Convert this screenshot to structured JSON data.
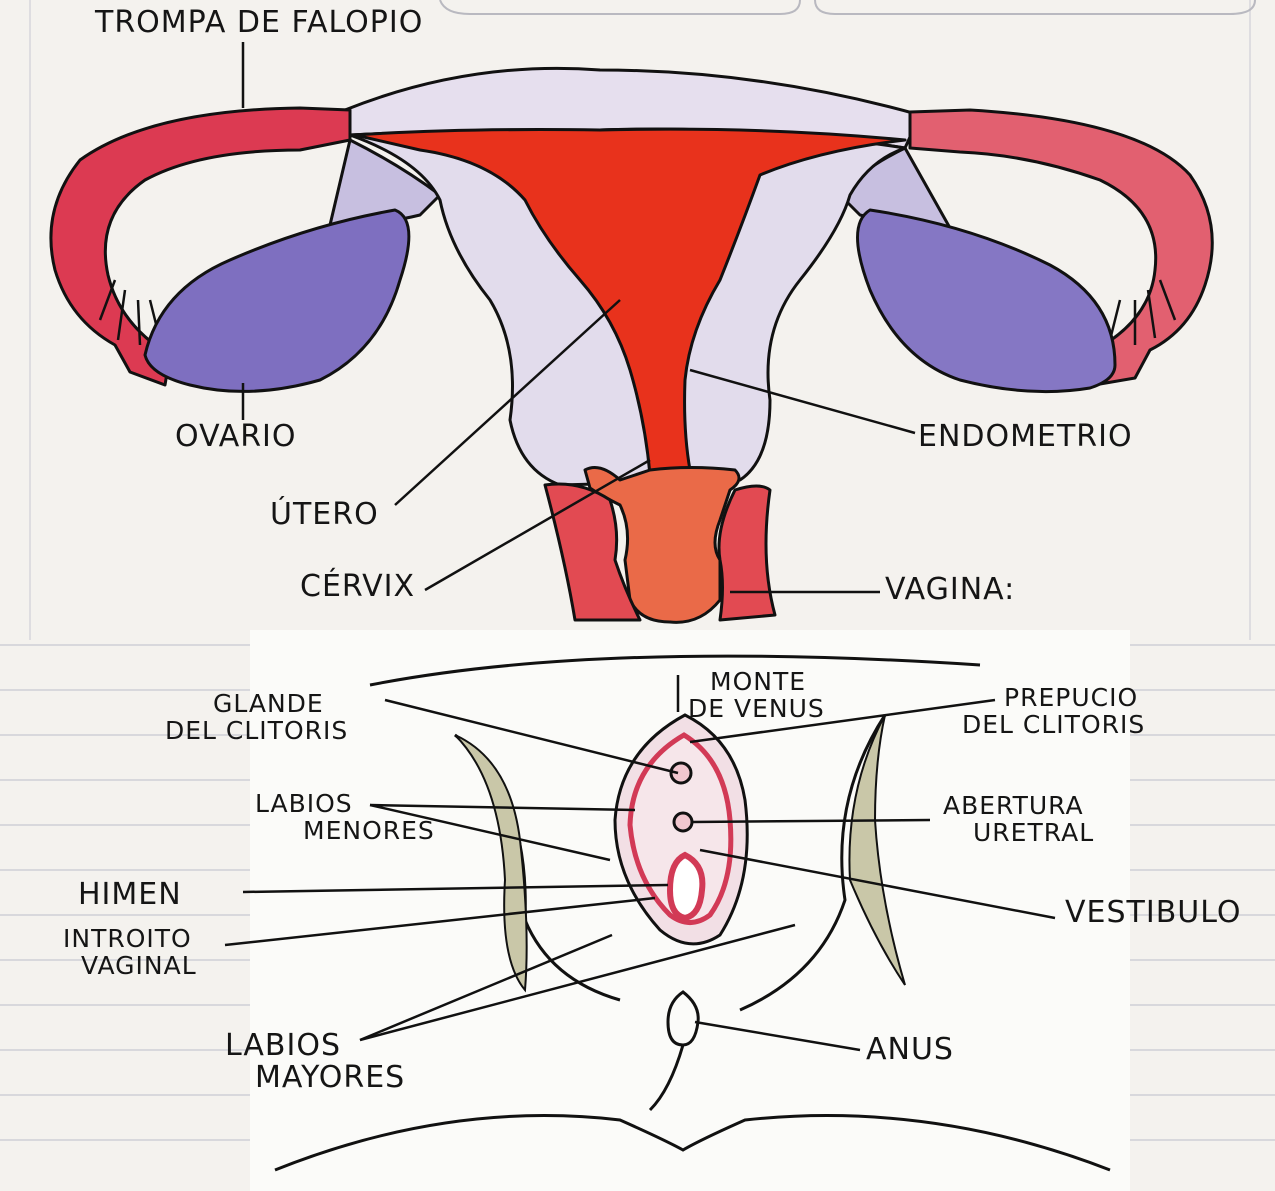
{
  "diagram": {
    "labels": {
      "trompa": "TROMPA DE FALOPIO",
      "ovario": "OVARIO",
      "endometrio": "ENDOMETRIO",
      "utero": "ÚTERO",
      "cervix": "CÉRVIX",
      "vagina": "VAGINA:",
      "monte_1": "MONTE",
      "monte_2": "DE VENUS",
      "glande_1": "GLANDE",
      "glande_2": "DEL CLITORIS",
      "prepucio_1": "PREPUCIO",
      "prepucio_2": "DEL CLITORIS",
      "labios_menores_1": "LABIOS",
      "labios_menores_2": "MENORES",
      "abertura_1": "ABERTURA",
      "abertura_2": "URETRAL",
      "himen": "HIMEN",
      "vestibulo": "VESTIBULO",
      "introito_1": "INTROITO",
      "introito_2": "VAGINAL",
      "labios_mayores_1": "LABIOS",
      "labios_mayores_2": "MAYORES",
      "anus": "ANUS"
    },
    "colors": {
      "paper": "#f4f2ee",
      "tube_red": "#dc3a52",
      "uterus_red": "#e8321c",
      "cervix_orange": "#ea6a48",
      "ovary_purple": "#7e6fc0",
      "wall_lilac": "#d9d2e8",
      "vulva_pink": "#d23a56",
      "thigh_shade": "#c9c7a8",
      "ink": "#151515"
    }
  }
}
